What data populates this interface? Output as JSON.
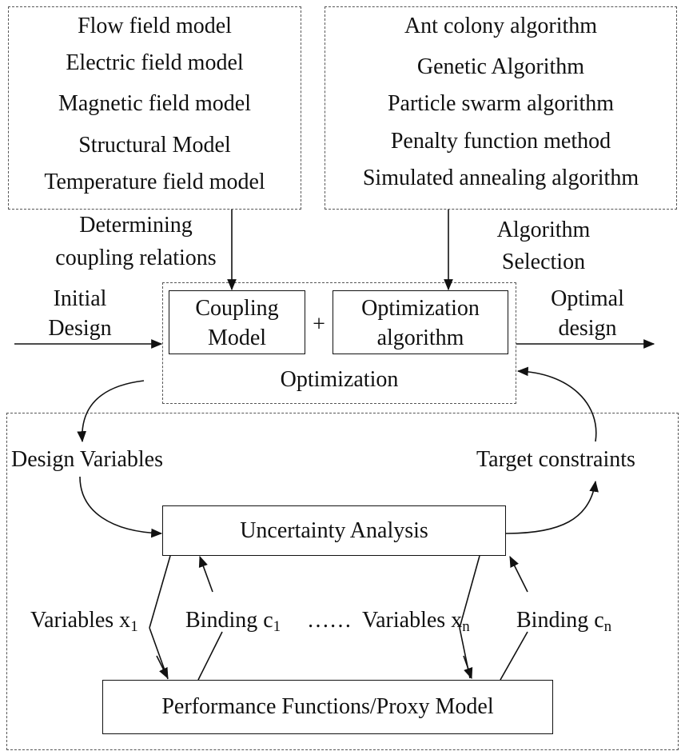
{
  "models": [
    "Flow field model",
    "Electric field model",
    "Magnetic field model",
    "Structural Model",
    "Temperature field model"
  ],
  "algorithms": [
    "Ant colony algorithm",
    "Genetic Algorithm",
    "Particle swarm algorithm",
    "Penalty function method",
    "Simulated annealing algorithm"
  ],
  "labels": {
    "determining_1": "Determining",
    "determining_2": "coupling relations",
    "algo_sel_1": "Algorithm",
    "algo_sel_2": "Selection",
    "initial_1": "Initial",
    "initial_2": "Design",
    "optimal_1": "Optimal",
    "optimal_2": "design",
    "coupling_1": "Coupling",
    "coupling_2": "Model",
    "plus": "+",
    "optalg_1": "Optimization",
    "optalg_2": "algorithm",
    "optimization": "Optimization",
    "design_variables": "Design Variables",
    "target_constraints": "Target constraints",
    "uncertainty": "Uncertainty Analysis",
    "performance": "Performance Functions/Proxy Model",
    "variables": "Variables x",
    "binding": "Binding c",
    "sub_1": "1",
    "sub_n": "n",
    "dots": "……"
  }
}
